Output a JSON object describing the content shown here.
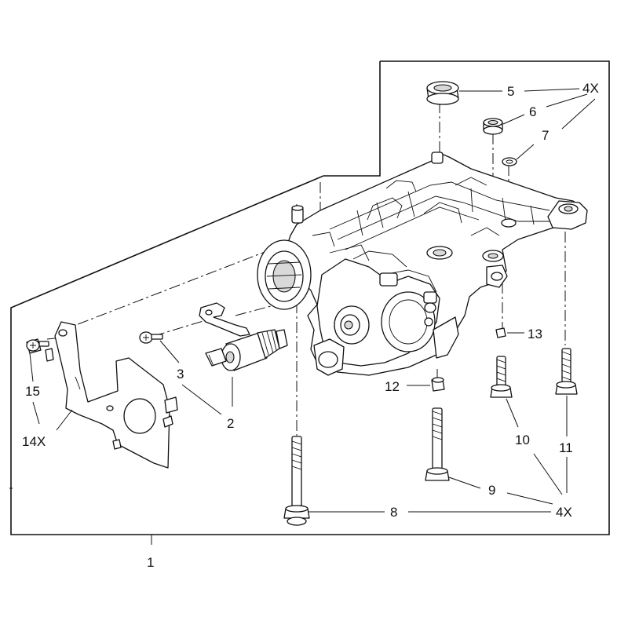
{
  "callouts": {
    "c1": "1",
    "c2": "2",
    "c3": "3",
    "c5": "5",
    "c6": "6",
    "c7": "7",
    "c8": "8",
    "c9": "9",
    "c10": "10",
    "c11": "11",
    "c12": "12",
    "c13": "13",
    "c14": "14X",
    "c15": "15",
    "qty_top": "4X",
    "qty_bottom": "4X"
  }
}
